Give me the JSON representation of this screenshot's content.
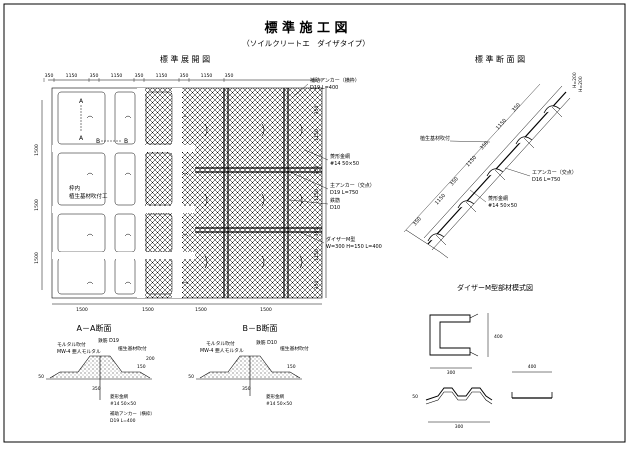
{
  "title": "標 準 施 工 図",
  "subtitle": "（ソイルクリートエ　ダイザタイプ）",
  "plan": {
    "heading": "標 準 展 開 図",
    "top_dims": [
      "350",
      "1150",
      "350",
      "1150",
      "350",
      "1150",
      "350",
      "1150",
      "350"
    ],
    "bottom_dims": [
      "1500",
      "1500",
      "1500",
      "1500"
    ],
    "left_dims": [
      "1500",
      "1500",
      "1500"
    ],
    "right_dims": [
      "350",
      "1150",
      "350",
      "1150",
      "350",
      "1150",
      "350"
    ],
    "section_marks": [
      "A",
      "A",
      "B",
      "B"
    ],
    "inner_note": [
      "枠内",
      "植生基材吹付工"
    ],
    "callouts": [
      {
        "id": "anchor",
        "lines": [
          "補助アンカー（横枠）",
          "D19 L=400"
        ]
      },
      {
        "id": "wire",
        "lines": [
          "菱形金網",
          "#14 50×50"
        ]
      },
      {
        "id": "main-anchor",
        "lines": [
          "主アンカー（交点）",
          "D19 L=750"
        ]
      },
      {
        "id": "rebar",
        "lines": [
          "鉄筋",
          "D10"
        ]
      },
      {
        "id": "daiza",
        "lines": [
          "ダイザーM型",
          "W=300 H=150 L=400"
        ]
      }
    ]
  },
  "section": {
    "heading": "標 準 断 面 図",
    "slope_dims": [
      "350",
      "1150",
      "350",
      "1150",
      "350",
      "1150",
      "350"
    ],
    "callouts": [
      {
        "id": "veg",
        "lines": [
          "植生基材吹付"
        ]
      },
      {
        "id": "e-anchor",
        "lines": [
          "エアンカー（交点）",
          "D16 L=750"
        ]
      },
      {
        "id": "wire",
        "lines": [
          "菱形金網",
          "#14 50×50"
        ]
      }
    ],
    "small_labels": [
      "H=200",
      "H=200"
    ]
  },
  "aa": {
    "heading": "A－A断面",
    "labels": [
      "モルタル吹付",
      "MW-4 亜人モルタル",
      "鉄筋 D19",
      "植生基材吹付"
    ],
    "bottom_labels": [
      "菱形金網",
      "#14 50×50",
      "補助アンカー（横枠）",
      "D19 L=400"
    ],
    "dims": [
      "50",
      "200",
      "150",
      "350"
    ]
  },
  "bb": {
    "heading": "B－B断面",
    "labels": [
      "モルタル吹付",
      "MW-4 亜人モルタル",
      "鉄筋 D10",
      "植生基材吹付"
    ],
    "bottom_labels": [
      "菱形金網",
      "#14 50×50"
    ],
    "dims": [
      "50",
      "150",
      "350"
    ]
  },
  "member": {
    "heading": "ダイザーM型部材模式図",
    "dims": [
      "300",
      "400",
      "400",
      "300",
      "50"
    ]
  }
}
